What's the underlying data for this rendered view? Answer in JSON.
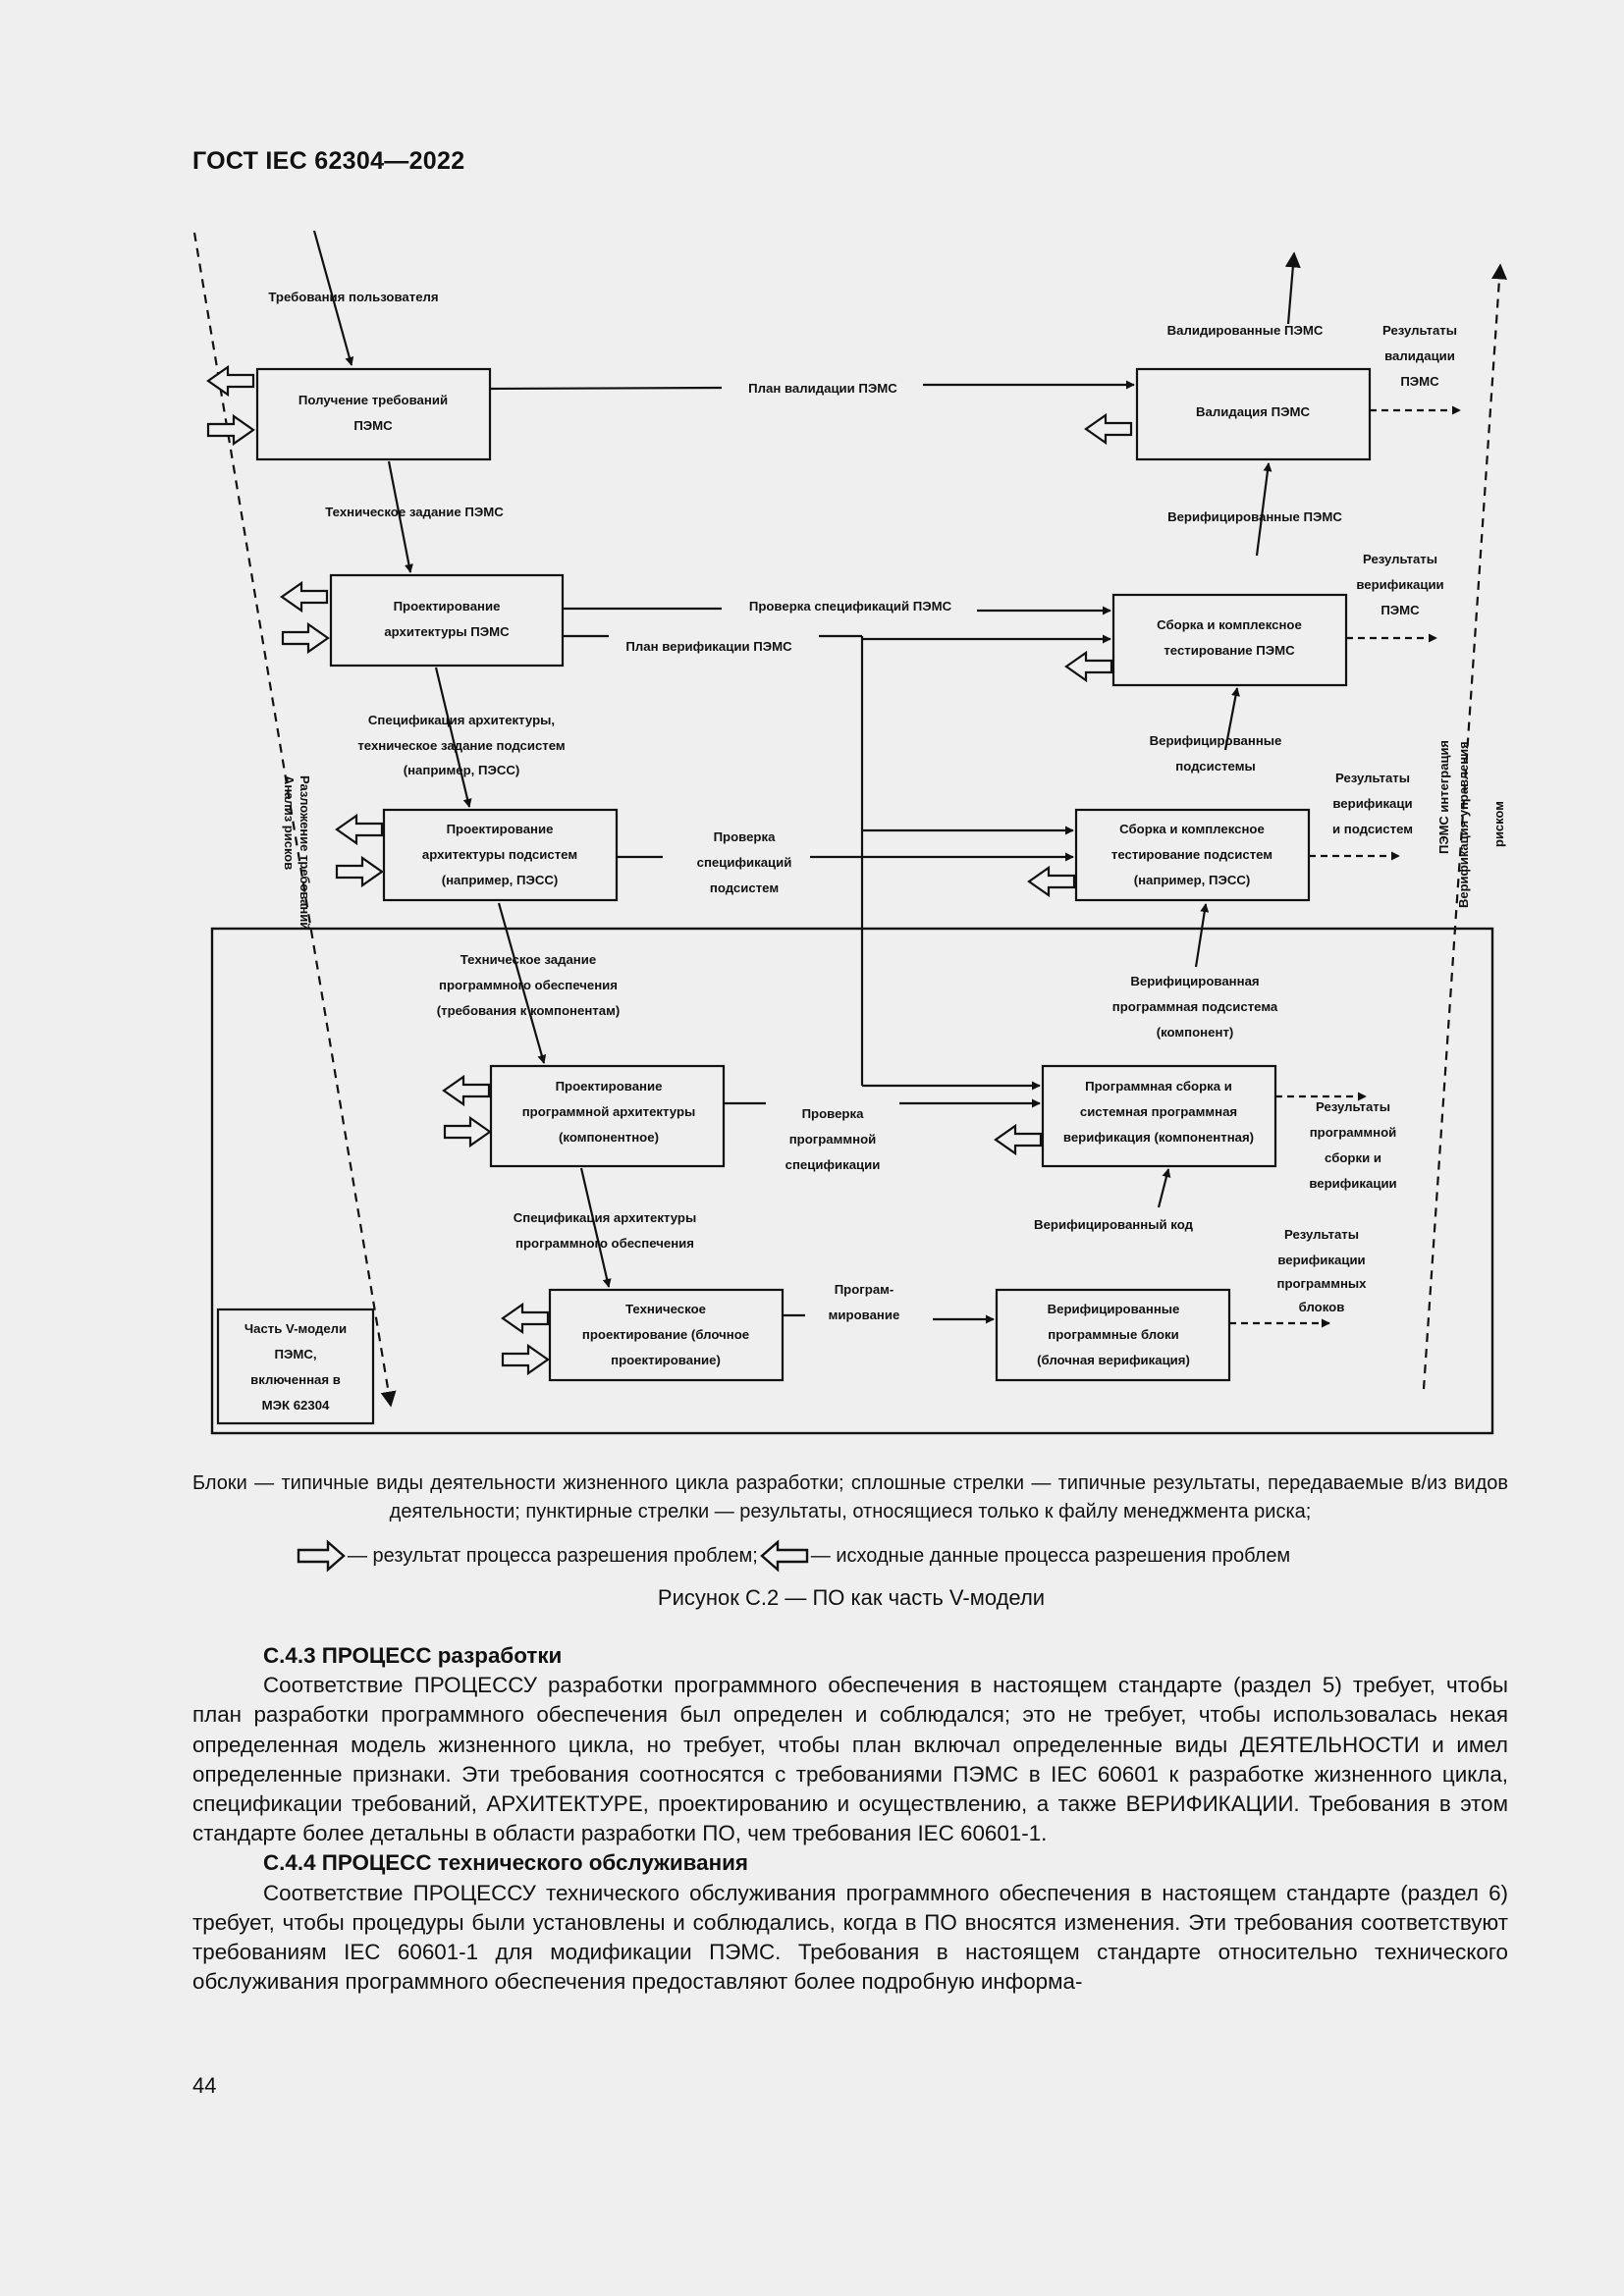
{
  "header": {
    "doc_code": "ГОСТ IEC 62304—2022"
  },
  "diagram": {
    "nodes": {
      "get_requirements": [
        "Получение требований",
        "ПЭМС"
      ],
      "validation": [
        "Валидация ПЭМС"
      ],
      "arch_pems": [
        "Проектирование",
        "архитектуры ПЭМС"
      ],
      "integration_pems": [
        "Сборка и комплексное",
        "тестирование ПЭМС"
      ],
      "arch_subsys": [
        "Проектирование",
        "архитектуры подсистем",
        "(например, ПЭСС)"
      ],
      "integration_subsys": [
        "Сборка и комплексное",
        "тестирование подсистем",
        "(например, ПЭСС)"
      ],
      "sw_arch": [
        "Проектирование",
        "программной архитектуры",
        "(компонентное)"
      ],
      "sw_integration": [
        "Программная сборка и",
        "системная программная",
        "верификация (компонентная)"
      ],
      "detailed_design": [
        "Техническое",
        "проектирование (блочное",
        "проектирование)"
      ],
      "verified_units": [
        "Верифицированные",
        "программные блоки",
        "(блочная верификация)"
      ],
      "vmodel_part": [
        "Часть V-модели",
        "ПЭМС,",
        "включенная в",
        "МЭК 62304"
      ]
    },
    "labels": {
      "user_requirements": [
        "Требования пользователя"
      ],
      "tech_spec_pems": [
        "Техническое задание ПЭМС"
      ],
      "arch_spec": [
        "Спецификация архитектуры,",
        "техническое задание подсистем",
        "(например, ПЭСС)"
      ],
      "sw_tech_spec": [
        "Техническое задание",
        "программного обеспечения",
        "(требования к компонентам)"
      ],
      "sw_arch_spec": [
        "Спецификация архитектуры",
        "программного обеспечения"
      ],
      "validation_plan": [
        "План валидации ПЭМС"
      ],
      "spec_check": [
        "Проверка спецификаций ПЭМС"
      ],
      "verification_plan": [
        "План верификации ПЭМС"
      ],
      "subsys_check": [
        "Проверка",
        "спецификаций",
        "подсистем"
      ],
      "sw_spec_check": [
        "Проверка",
        "программной",
        "спецификации"
      ],
      "programming": [
        "Програм-",
        "мирование"
      ],
      "validated_pems": [
        "Валидированные ПЭМС"
      ],
      "verified_pems": [
        "Верифицированные ПЭМС"
      ],
      "verified_subsystems": [
        "Верифицированные",
        "подсистемы"
      ],
      "verified_sw_subsystem": [
        "Верифицированная",
        "программная подсистема",
        "(компонент)"
      ],
      "verified_code": [
        "Верифицированный код"
      ],
      "res_validation": [
        "Результаты",
        "валидации",
        "ПЭМС"
      ],
      "res_verification_pems": [
        "Результаты",
        "верификации",
        "ПЭМС"
      ],
      "res_verification_subsys": [
        "Результаты",
        "верификаци",
        "и подсистем"
      ],
      "res_sw_integration": [
        "Результаты",
        "программной",
        "сборки и",
        "верификации"
      ],
      "res_unit_verification": [
        "Результаты",
        "верификации",
        "программных",
        "блоков"
      ],
      "left_vertical_1": "Разложение требований",
      "left_vertical_2": "Анализ рисков",
      "right_vertical_1": "ПЭМС интеграция",
      "right_vertical_2": "Верификация управления",
      "right_vertical_3": "риском"
    }
  },
  "legend": {
    "line1": "Блоки — типичные виды деятельности жизненного цикла разработки; сплошные стрелки — типичные результаты, передаваемые в/из видов деятельности; пунктирные стрелки — результаты, относящиеся только к файлу менеджмента риска;",
    "output_label": "— результат процесса разрешения проблем;",
    "input_label": "— исходные данные процесса разрешения проблем"
  },
  "caption": "Рисунок С.2 — ПО как часть V-модели",
  "sections": [
    {
      "heading": "С.4.3 ПРОЦЕСС разработки",
      "text": "Соответствие ПРОЦЕССУ разработки программного обеспечения в настоящем стандарте (раздел 5) требует, чтобы план разработки программного обеспечения был определен и соблюдался; это не требует, чтобы использовалась некая определенная модель жизненного цикла, но требует, чтобы план включал определенные виды ДЕЯТЕЛЬНОСТИ и имел определенные признаки. Эти требования соотносятся с требованиями ПЭМС в IEC 60601 к разработке жизненного цикла, спецификации требований, АРХИТЕКТУРЕ, проектированию и осуществлению, а также ВЕРИФИКАЦИИ. Требования в этом стандарте более детальны в области разработки ПО, чем требования IEC 60601-1."
    },
    {
      "heading": "С.4.4 ПРОЦЕСС технического обслуживания",
      "text": "Соответствие ПРОЦЕССУ технического обслуживания программного обеспечения в настоящем стандарте (раздел 6) требует, чтобы процедуры были установлены и соблюдались, когда в ПО вносятся изменения. Эти требования соответствуют требованиям IEC 60601-1 для модификации ПЭМС. Требования в настоящем стандарте относительно технического обслуживания программного обеспечения предоставляют более подробную информа-"
    }
  ],
  "page_number": "44"
}
